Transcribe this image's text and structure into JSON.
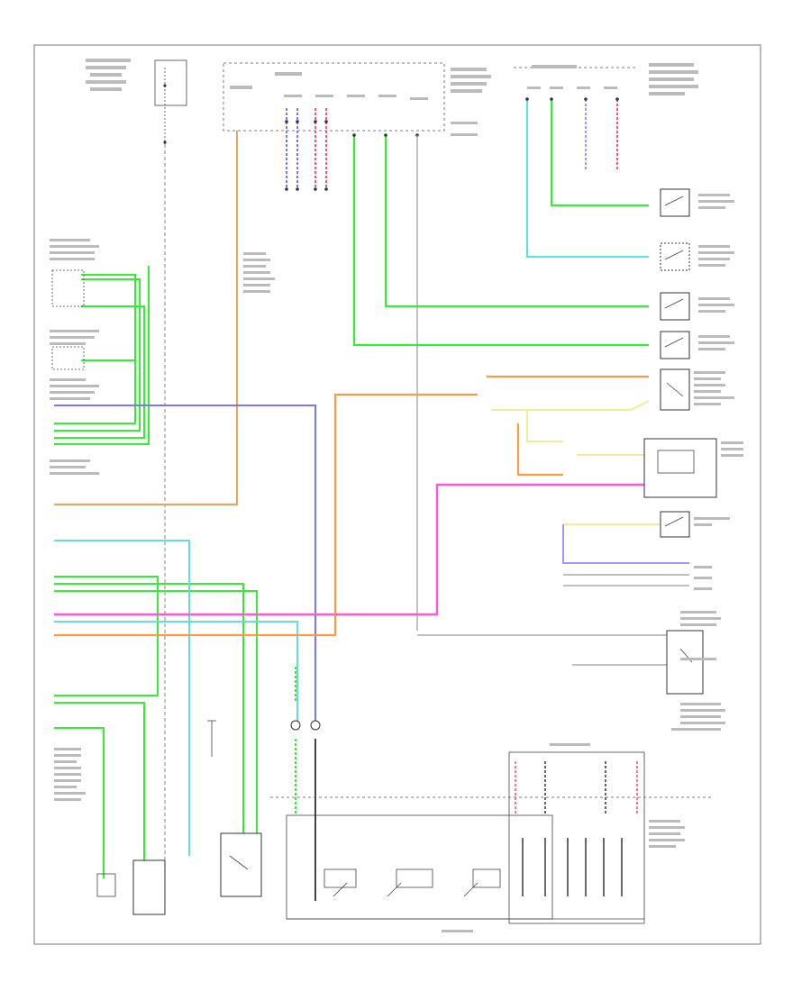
{
  "footer": {
    "code": ""
  },
  "colors": {
    "green": "#33ee33",
    "light_green": "#99ee99",
    "cyan": "#66dddd",
    "pink": "#ff55dd",
    "orange": "#ff9944",
    "tan": "#ddaa66",
    "blue": "#7777ff",
    "red": "#ff5577",
    "violet": "#9999ff",
    "yellow": "#eeee99",
    "grey": "#9a9a9a"
  },
  "icons": [
    "switch-symbol",
    "ground-symbol",
    "connector-pin"
  ]
}
